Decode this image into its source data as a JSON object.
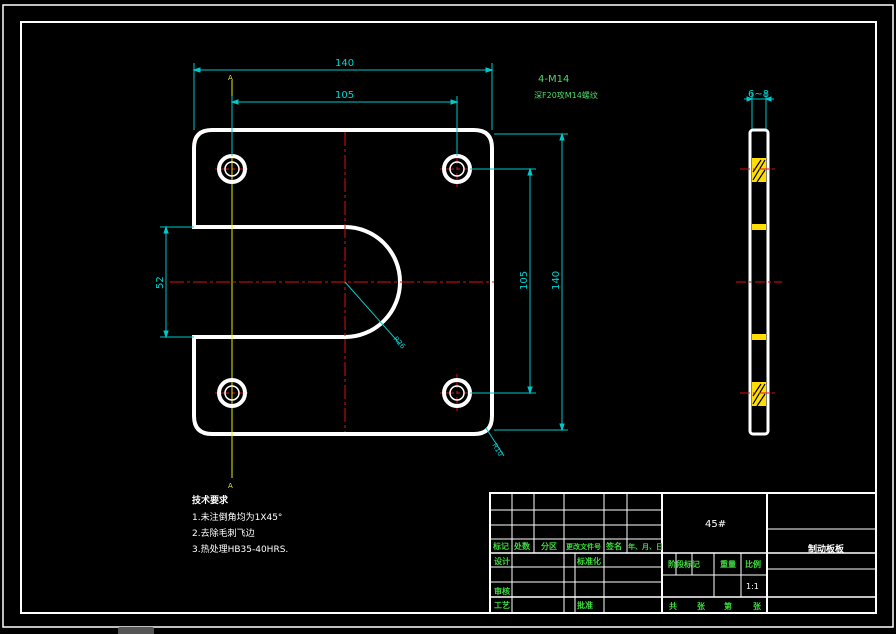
{
  "dimensions": {
    "overall_width": "140",
    "hole_spacing_x": "105",
    "slot_width": "52",
    "hole_spacing_y": "105",
    "overall_height": "140",
    "slot_radius": "R26",
    "corner_radius": "R10",
    "thickness": "6~8"
  },
  "callout": {
    "holes": "4-M14",
    "depth_note": "深F20攻M14螺纹"
  },
  "section_mark": "A",
  "notes": {
    "title": "技术要求",
    "items": [
      "1.未注倒角均为1X45°",
      "2.去除毛刺飞边",
      "3.热处理HB35-40HRS."
    ]
  },
  "title_block": {
    "material": "45#",
    "part_name": "制动板板",
    "revision_headers": [
      "标记",
      "处数",
      "分区",
      "更改文件号",
      "签名",
      "年、月、日"
    ],
    "design": "设计",
    "standardization": "标准化",
    "review": "审核",
    "process": "工艺",
    "approve": "批准",
    "stage_mark": "阶段标记",
    "weight": "重量",
    "scale_label": "比例",
    "scale_value": "1:1",
    "sheets": [
      "共",
      "张",
      "第",
      "张"
    ]
  }
}
